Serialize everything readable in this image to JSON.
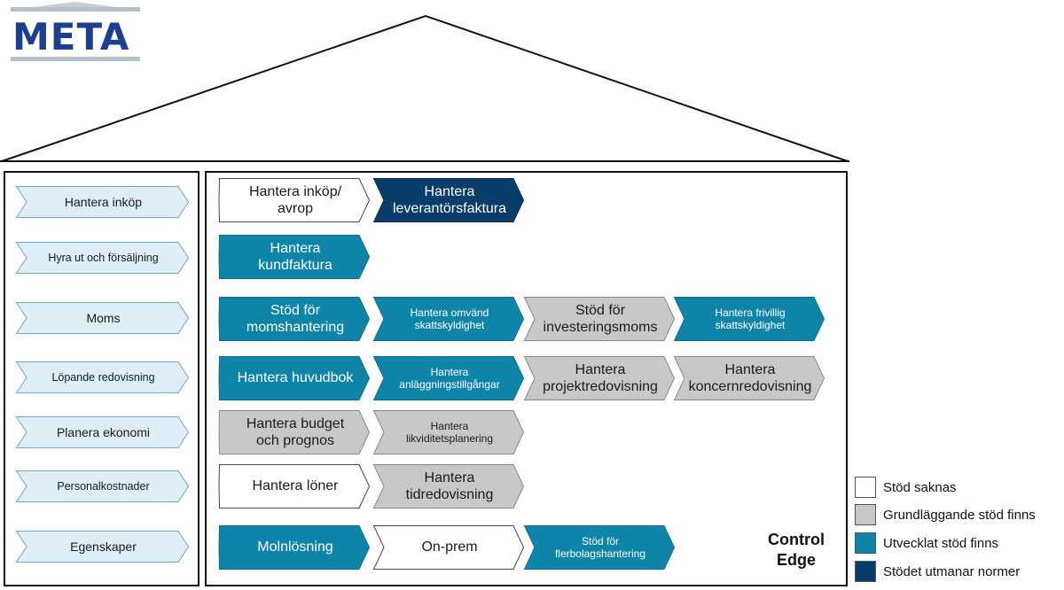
{
  "logo": {
    "text": "META"
  },
  "colors": {
    "white": "#ffffff",
    "gray": "#c8c8c8",
    "blue": "#0e85a8",
    "navy": "#0b3d6b",
    "category_fill": "#ddeef6"
  },
  "categories": [
    {
      "label": "Hantera inköp"
    },
    {
      "label": "Hyra ut och försäljning"
    },
    {
      "label": "Moms"
    },
    {
      "label": "Löpande redovisning"
    },
    {
      "label": "Planera ekonomi"
    },
    {
      "label": "Personalkostnader"
    },
    {
      "label": "Egenskaper"
    }
  ],
  "rows": [
    [
      {
        "label": "Hantera inköp/ avrop",
        "level": "white"
      },
      {
        "label": "Hantera leverantörsfaktura",
        "level": "navy"
      }
    ],
    [
      {
        "label": "Hantera kundfaktura",
        "level": "blue"
      }
    ],
    [
      {
        "label": "Stöd för momshantering",
        "level": "blue"
      },
      {
        "label": "Hantera omvänd skattskyldighet",
        "level": "blue"
      },
      {
        "label": "Stöd för investeringsmoms",
        "level": "gray"
      },
      {
        "label": "Hantera frivillig skattskyldighet",
        "level": "blue"
      }
    ],
    [
      {
        "label": "Hantera huvudbok",
        "level": "blue"
      },
      {
        "label": "Hantera anläggningstillgångar",
        "level": "blue"
      },
      {
        "label": "Hantera projektredovisning",
        "level": "gray"
      },
      {
        "label": "Hantera koncernredovisning",
        "level": "gray"
      }
    ],
    [
      {
        "label": "Hantera budget och prognos",
        "level": "gray"
      },
      {
        "label": "Hantera likviditetsplanering",
        "level": "gray"
      }
    ],
    [
      {
        "label": "Hantera löner",
        "level": "white"
      },
      {
        "label": "Hantera tidredovisning",
        "level": "gray"
      }
    ],
    [
      {
        "label": "Molnlösning",
        "level": "blue"
      },
      {
        "label": "On-prem",
        "level": "white"
      },
      {
        "label": "Stöd för flerbolagshantering",
        "level": "blue"
      }
    ]
  ],
  "vendor": "Control Edge",
  "legend": [
    {
      "label": "Stöd saknas",
      "level": "white"
    },
    {
      "label": "Grundläggande stöd finns",
      "level": "gray"
    },
    {
      "label": "Utvecklat stöd finns",
      "level": "blue"
    },
    {
      "label": "Stödet utmanar normer",
      "level": "navy"
    }
  ]
}
